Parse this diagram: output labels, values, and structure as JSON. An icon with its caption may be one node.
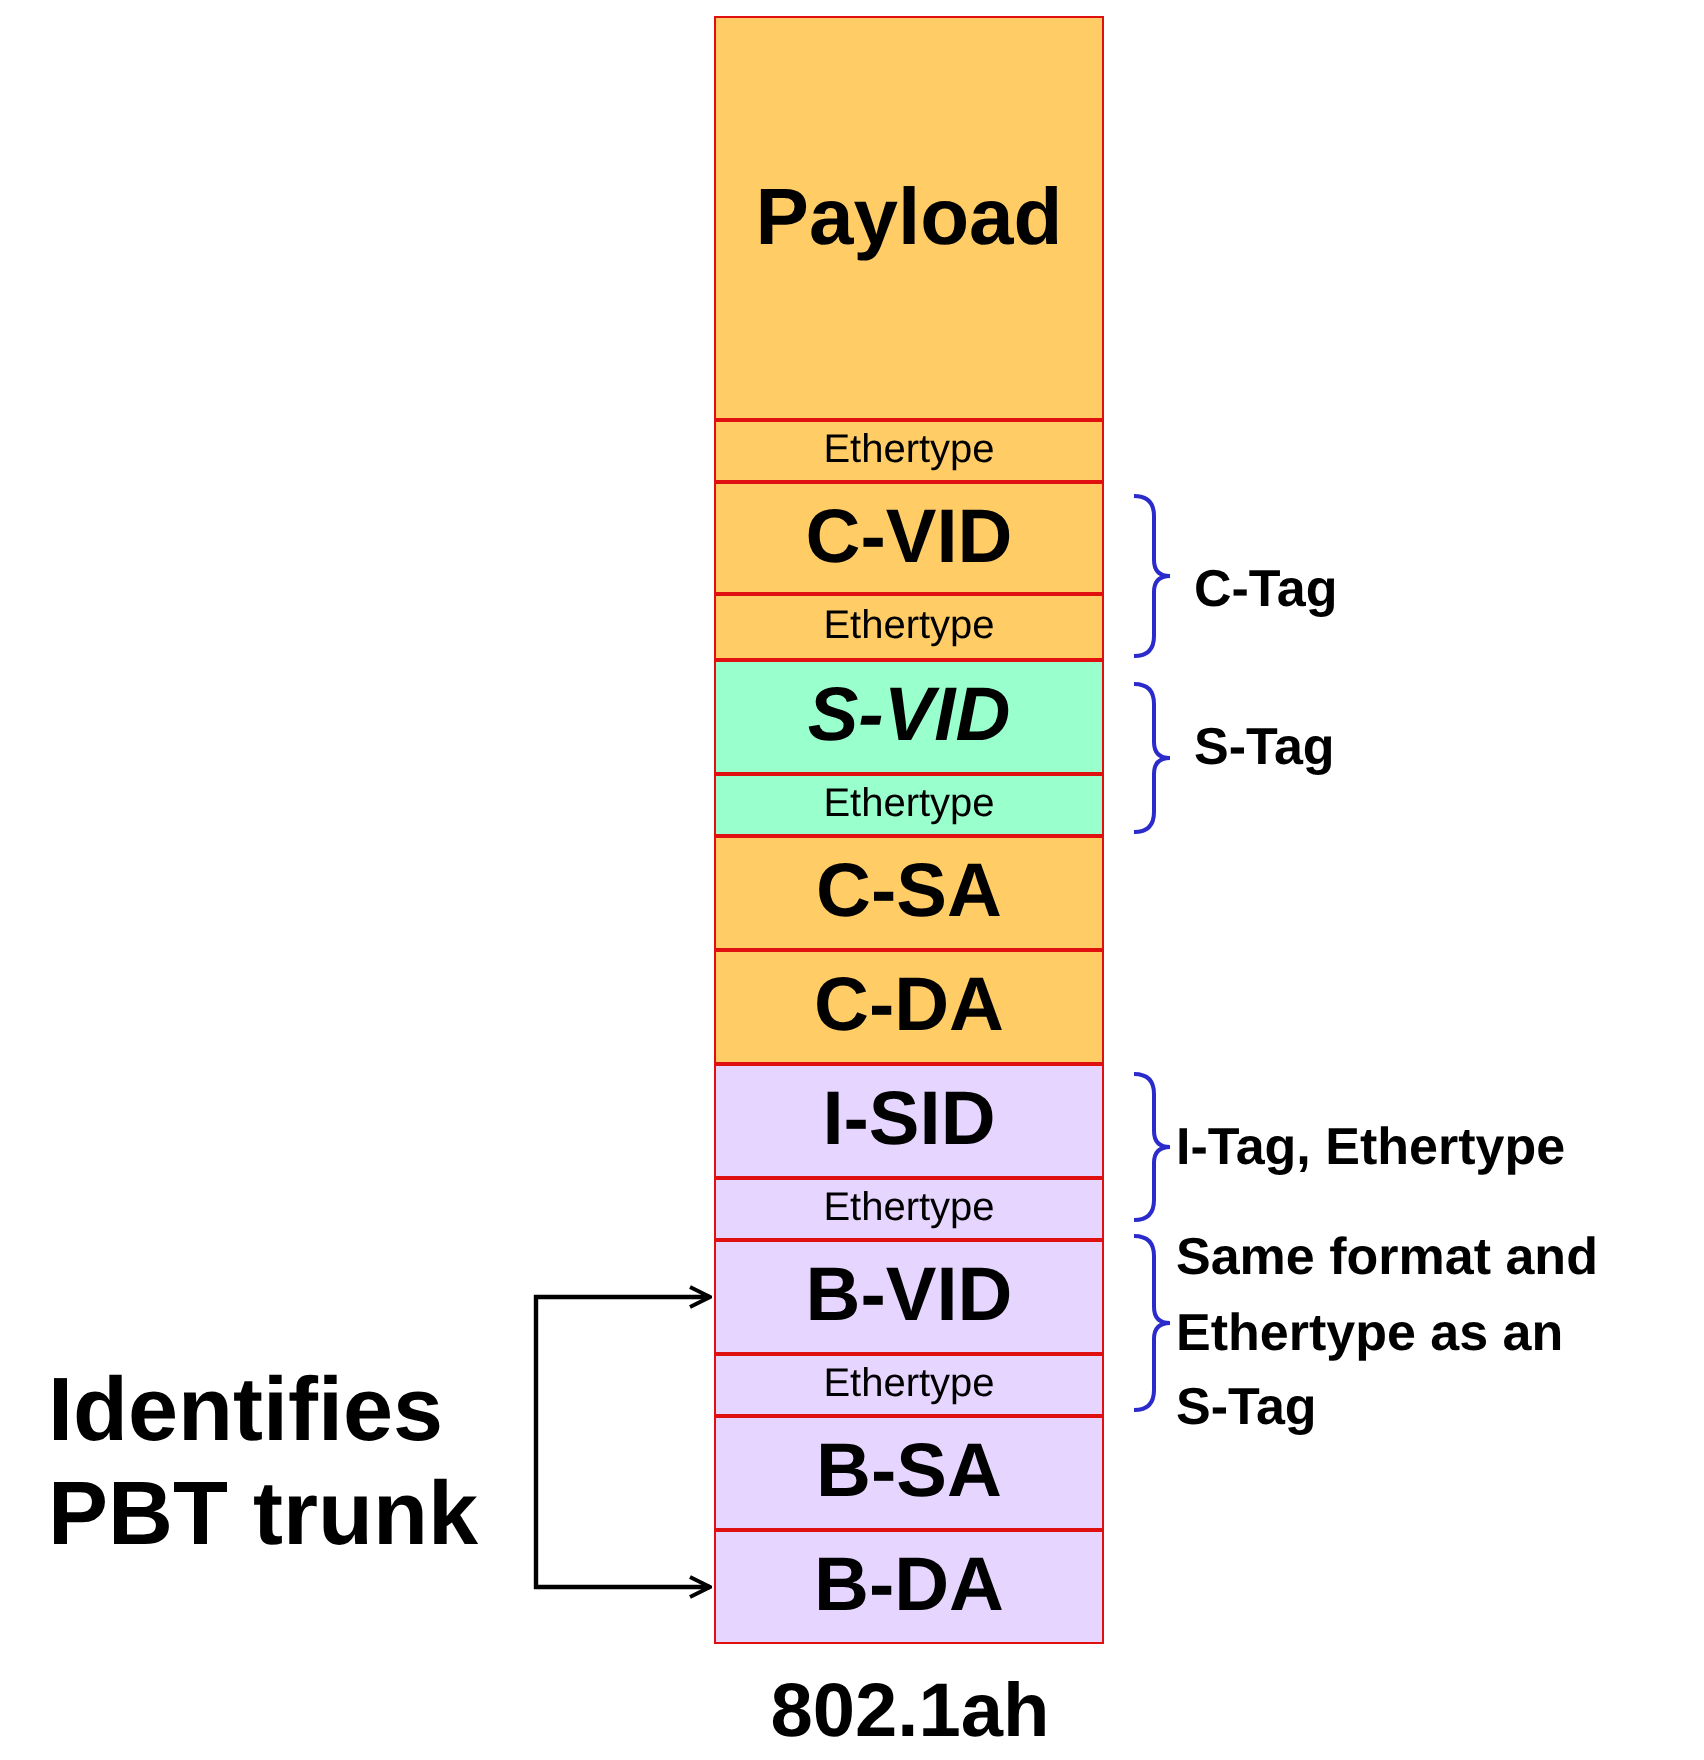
{
  "diagram": {
    "caption": "802.1ah",
    "nodes": [
      {
        "text": [
          "Payload"
        ]
      },
      {
        "text": [
          "Ethertype"
        ]
      },
      {
        "text": [
          "C-VID"
        ]
      },
      {
        "text": [
          "Ethertype"
        ]
      },
      {
        "text": [
          "S-VID"
        ]
      },
      {
        "text": [
          "Ethertype"
        ]
      },
      {
        "text": [
          "C-SA"
        ]
      },
      {
        "text": [
          "C-DA"
        ]
      },
      {
        "text": [
          "I-SID"
        ]
      },
      {
        "text": [
          "Ethertype"
        ]
      },
      {
        "text": [
          "B-VID"
        ]
      },
      {
        "text": [
          "Ethertype"
        ]
      },
      {
        "text": [
          "B-SA"
        ]
      },
      {
        "text": [
          "B-DA"
        ]
      },
      {
        "text": [
          "Identifies PBT trunk"
        ]
      }
    ],
    "edges": [
      {
        "from": 14,
        "to": 10,
        "arrow": "to"
      },
      {
        "from": 14,
        "to": 13,
        "arrow": "to"
      }
    ],
    "labels": [
      "C-Tag",
      "S-Tag",
      "I-Tag, Ethertype",
      "Same format and Ethertype as an S-Tag"
    ]
  }
}
